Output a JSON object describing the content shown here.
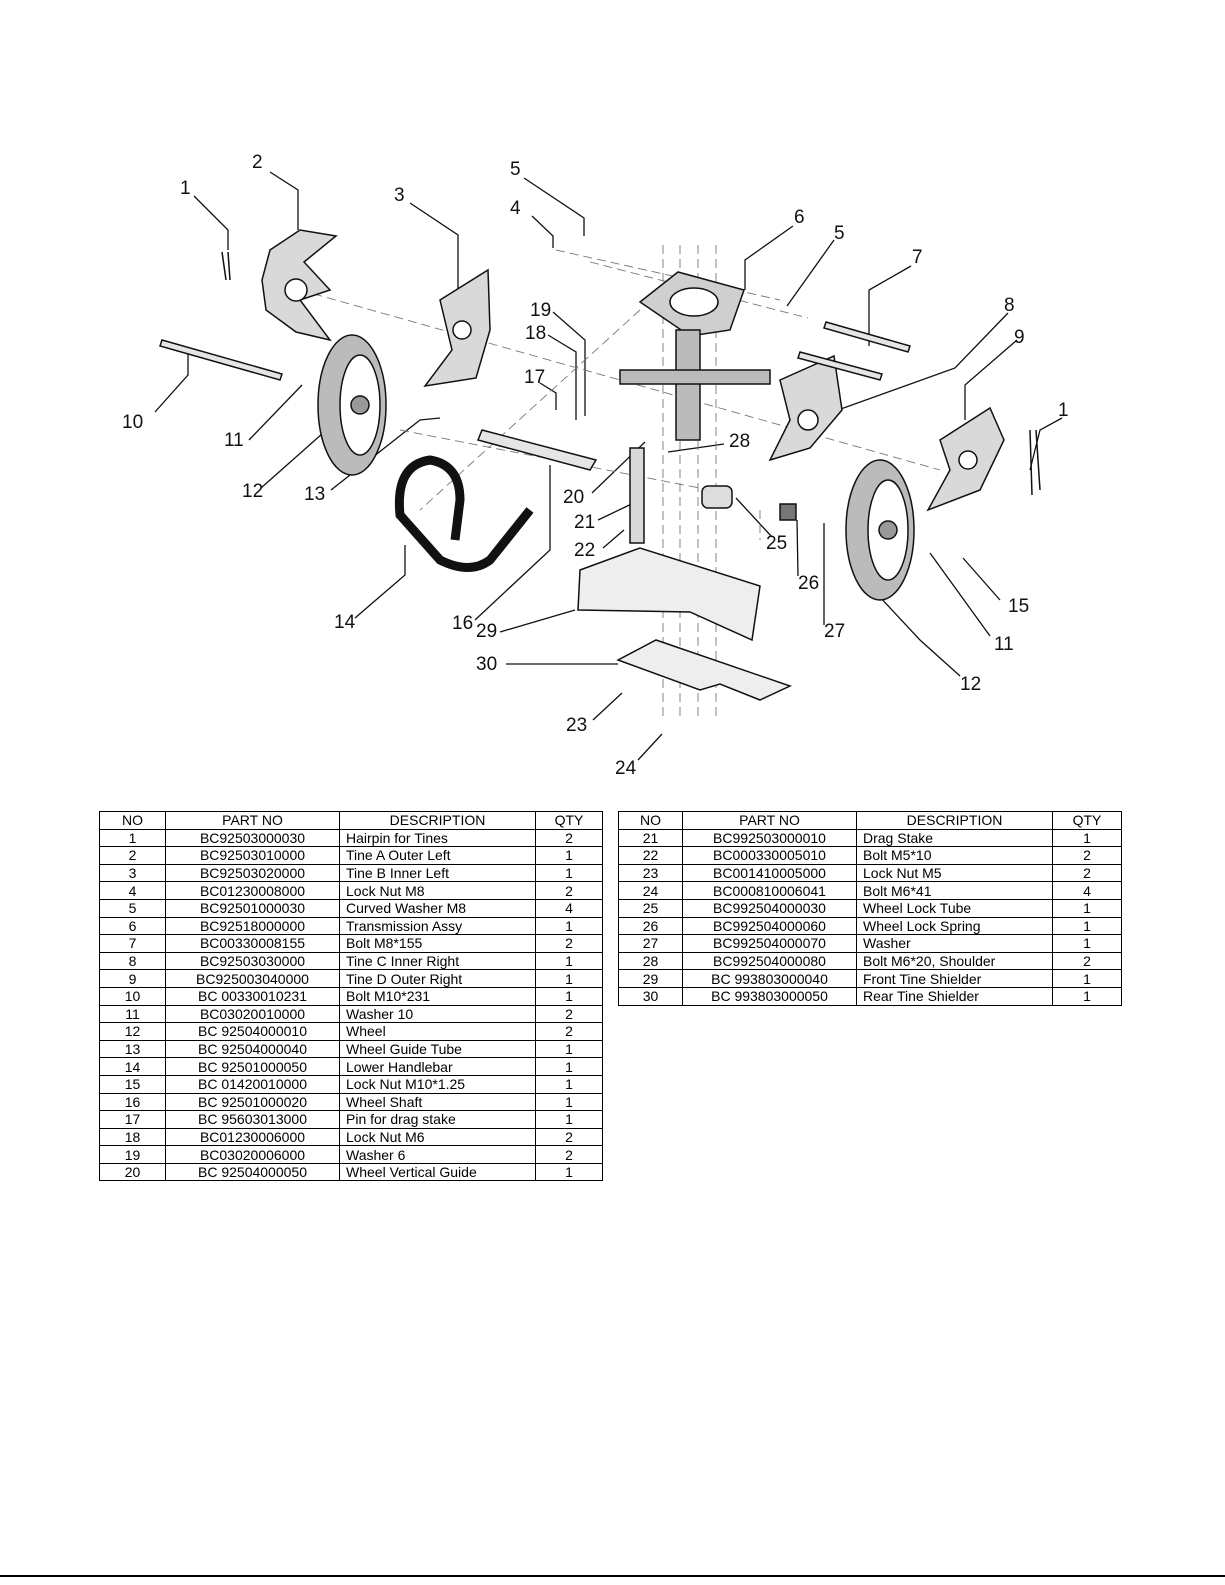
{
  "diagram": {
    "callouts": [
      "1",
      "2",
      "3",
      "4",
      "5",
      "5",
      "6",
      "7",
      "8",
      "9",
      "1",
      "10",
      "11",
      "12",
      "13",
      "14",
      "16",
      "17",
      "18",
      "19",
      "20",
      "21",
      "22",
      "23",
      "24",
      "25",
      "26",
      "27",
      "28",
      "29",
      "30",
      "15",
      "11",
      "12"
    ]
  },
  "table_headers": {
    "no": "NO",
    "part_no": "PART NO",
    "description": "DESCRIPTION",
    "qty": "QTY"
  },
  "parts_left": [
    {
      "no": "1",
      "part_no": "BC92503000030",
      "description": "Hairpin for Tines",
      "qty": "2"
    },
    {
      "no": "2",
      "part_no": "BC92503010000",
      "description": "Tine A Outer Left",
      "qty": "1"
    },
    {
      "no": "3",
      "part_no": "BC92503020000",
      "description": "Tine B Inner Left",
      "qty": "1"
    },
    {
      "no": "4",
      "part_no": "BC01230008000",
      "description": "Lock Nut M8",
      "qty": "2"
    },
    {
      "no": "5",
      "part_no": "BC92501000030",
      "description": "Curved Washer M8",
      "qty": "4"
    },
    {
      "no": "6",
      "part_no": "BC92518000000",
      "description": "Transmission Assy",
      "qty": "1"
    },
    {
      "no": "7",
      "part_no": "BC00330008155",
      "description": "Bolt M8*155",
      "qty": "2"
    },
    {
      "no": "8",
      "part_no": "BC92503030000",
      "description": "Tine C Inner Right",
      "qty": "1"
    },
    {
      "no": "9",
      "part_no": "BC925003040000",
      "description": "Tine D Outer Right",
      "qty": "1"
    },
    {
      "no": "10",
      "part_no": "BC 00330010231",
      "description": "Bolt M10*231",
      "qty": "1"
    },
    {
      "no": "11",
      "part_no": "BC03020010000",
      "description": "Washer 10",
      "qty": "2"
    },
    {
      "no": "12",
      "part_no": "BC 92504000010",
      "description": "Wheel",
      "qty": "2"
    },
    {
      "no": "13",
      "part_no": "BC 92504000040",
      "description": "Wheel Guide Tube",
      "qty": "1"
    },
    {
      "no": "14",
      "part_no": "BC 92501000050",
      "description": "Lower Handlebar",
      "qty": "1"
    },
    {
      "no": "15",
      "part_no": "BC 01420010000",
      "description": "Lock Nut M10*1.25",
      "qty": "1"
    },
    {
      "no": "16",
      "part_no": "BC 92501000020",
      "description": "Wheel Shaft",
      "qty": "1"
    },
    {
      "no": "17",
      "part_no": "BC 95603013000",
      "description": "Pin for drag stake",
      "qty": "1"
    },
    {
      "no": "18",
      "part_no": "BC01230006000",
      "description": "Lock Nut M6",
      "qty": "2"
    },
    {
      "no": "19",
      "part_no": "BC03020006000",
      "description": "Washer 6",
      "qty": "2"
    },
    {
      "no": "20",
      "part_no": "BC 92504000050",
      "description": "Wheel Vertical Guide",
      "qty": "1"
    }
  ],
  "parts_right": [
    {
      "no": "21",
      "part_no": "BC992503000010",
      "description": "Drag Stake",
      "qty": "1"
    },
    {
      "no": "22",
      "part_no": "BC000330005010",
      "description": "Bolt M5*10",
      "qty": "2"
    },
    {
      "no": "23",
      "part_no": "BC001410005000",
      "description": "Lock Nut M5",
      "qty": "2"
    },
    {
      "no": "24",
      "part_no": "BC000810006041",
      "description": "Bolt M6*41",
      "qty": "4"
    },
    {
      "no": "25",
      "part_no": "BC992504000030",
      "description": "Wheel Lock Tube",
      "qty": "1"
    },
    {
      "no": "26",
      "part_no": "BC992504000060",
      "description": "Wheel Lock Spring",
      "qty": "1"
    },
    {
      "no": "27",
      "part_no": "BC992504000070",
      "description": "Washer",
      "qty": "1"
    },
    {
      "no": "28",
      "part_no": "BC992504000080",
      "description": "Bolt M6*20, Shoulder",
      "qty": "2"
    },
    {
      "no": "29",
      "part_no": "BC 993803000040",
      "description": "Front Tine Shielder",
      "qty": "1"
    },
    {
      "no": "30",
      "part_no": "BC 993803000050",
      "description": "Rear Tine Shielder",
      "qty": "1"
    }
  ]
}
